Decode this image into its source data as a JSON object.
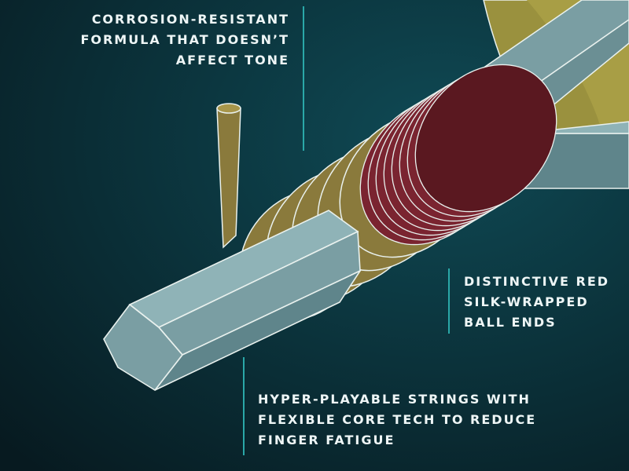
{
  "callouts": {
    "top": {
      "lines": [
        "CORROSION-RESISTANT",
        "FORMULA THAT DOESN’T",
        "AFFECT TONE"
      ]
    },
    "middle": {
      "lines": [
        "DISTINCTIVE RED",
        "SILK-WRAPPED",
        "BALL ENDS"
      ]
    },
    "bottom": {
      "lines": [
        "HYPER-PLAYABLE STRINGS WITH",
        "FLEXIBLE CORE TECH TO REDUCE",
        "FINGER FATIGUE"
      ]
    }
  },
  "colors": {
    "background_dark": "#071a20",
    "background_light": "#0f4a55",
    "hex_core": "#7a9ea3",
    "hex_core_light": "#8fb3b7",
    "hex_core_dark": "#5f858b",
    "bronze_wrap": "#8a7a3c",
    "bronze_wrap_dark": "#6b5e2c",
    "silk_red": "#7a2430",
    "silk_red_dark": "#5a1820",
    "olive_disc": "#9a913e",
    "outline": "#e9f1ee",
    "leader_line": "#2aa8a8",
    "text": "#eef6f6"
  },
  "icons": {
    "core": "hexagonal-core-wire",
    "winding": "bronze-wrap-winding",
    "ball_end": "red-silk-ball-end",
    "peg": "bronze-pin"
  }
}
